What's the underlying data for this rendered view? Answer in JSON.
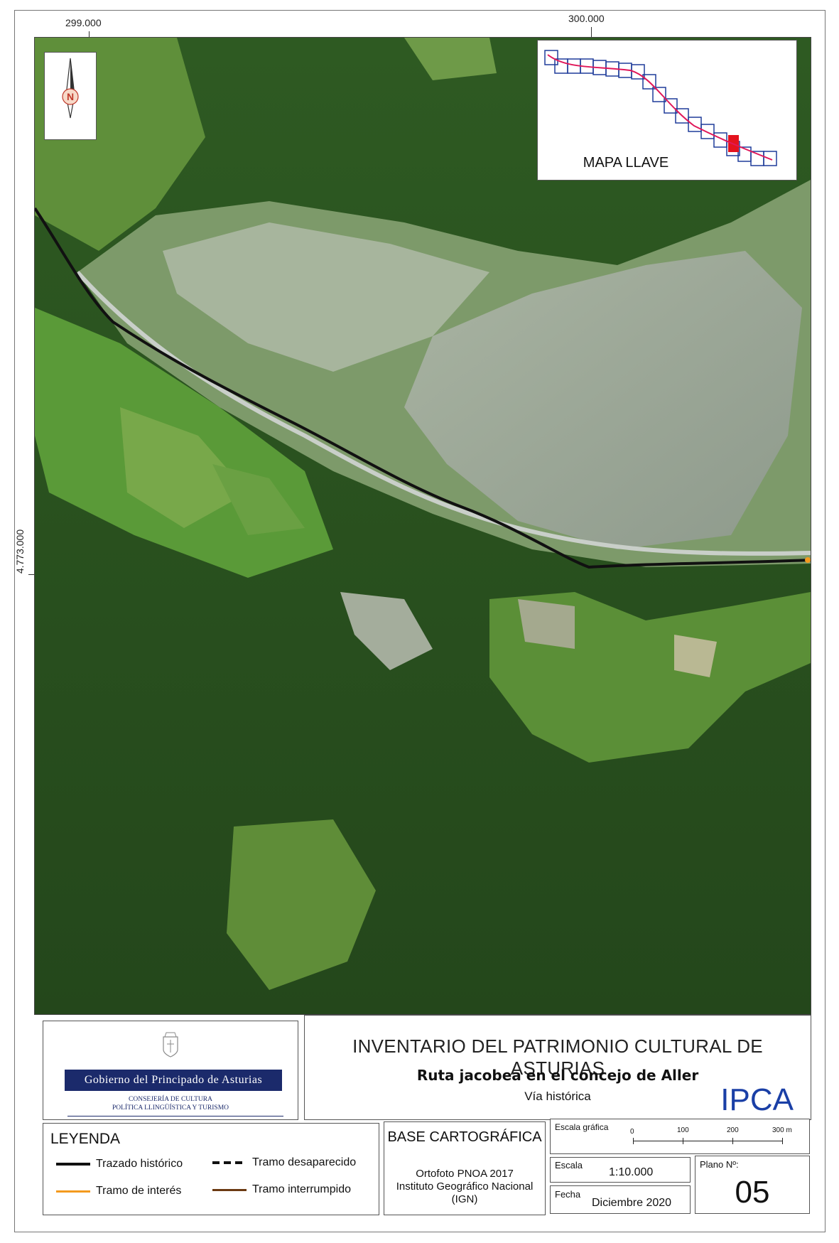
{
  "coords": {
    "x_left": "299.000",
    "x_right": "300.000",
    "y_left": "4.773.000"
  },
  "north_arrow": {
    "letter": "N"
  },
  "key_map": {
    "label": "MAPA LLAVE",
    "route_color": "#e0185a",
    "grid_color": "#1f3c9a",
    "highlight_color": "#e4131e"
  },
  "map_colors": {
    "historic_route": "#111111",
    "road": "#c9cfc9"
  },
  "header": {
    "government_name": "Gobierno del Principado de Asturias",
    "department_line1": "CONSEJERÍA DE CULTURA",
    "department_line2": "POLÍTICA LLINGÜÍSTICA Y TURISMO",
    "title": "INVENTARIO DEL PATRIMONIO CULTURAL DE ASTURIAS",
    "subtitle": "Ruta jacobea en el concejo de Aller",
    "subtitle2": "Vía histórica",
    "acronym": "IPCA"
  },
  "legend": {
    "title": "LEYENDA",
    "items": [
      {
        "label": "Trazado histórico",
        "color": "#111111",
        "style": "solid"
      },
      {
        "label": "Tramo desaparecido",
        "color": "#111111",
        "style": "dashed"
      },
      {
        "label": "Tramo de interés",
        "color": "#f39a1e",
        "style": "solid"
      },
      {
        "label": "Tramo interrumpido",
        "color": "#6b3a12",
        "style": "solid"
      }
    ]
  },
  "base": {
    "title": "BASE CARTOGRÁFICA",
    "line1": "Ortofoto PNOA 2017",
    "line2": "Instituto Geográfico Nacional",
    "line3": "(IGN)"
  },
  "scale_bar": {
    "label": "Escala gráfica",
    "ticks": [
      "0",
      "100",
      "200",
      "300 m"
    ]
  },
  "scale": {
    "label": "Escala",
    "value": "1:10.000"
  },
  "date": {
    "label": "Fecha",
    "value": "Diciembre 2020"
  },
  "plan": {
    "label": "Plano Nº:",
    "value": "05"
  }
}
